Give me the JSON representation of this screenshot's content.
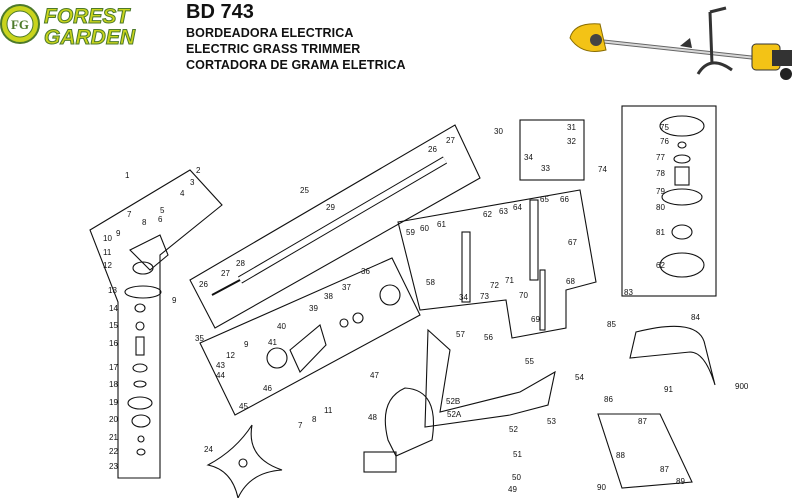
{
  "header": {
    "logo_text_top": "FOREST",
    "logo_text_bottom": "GARDEN",
    "logo_badge": "FG",
    "model": "BD 743",
    "names": [
      "BORDEADORA ELECTRICA",
      "ELECTRIC GRASS TRIMMER",
      "CORTADORA DE GRAMA ELETRICA"
    ]
  },
  "colors": {
    "logo_fill": "#c9d41c",
    "logo_outline": "#4d7a2a",
    "trimmer_head": "#f3c316",
    "line": "#111111"
  },
  "diagram": {
    "parts": [
      {
        "id": "p1",
        "label": "1"
      },
      {
        "id": "p2",
        "label": "2"
      },
      {
        "id": "p3",
        "label": "3"
      },
      {
        "id": "p4",
        "label": "4"
      },
      {
        "id": "p5",
        "label": "5"
      },
      {
        "id": "p6",
        "label": "6"
      },
      {
        "id": "p7a",
        "label": "7"
      },
      {
        "id": "p8a",
        "label": "8"
      },
      {
        "id": "p9a",
        "label": "9"
      },
      {
        "id": "p10",
        "label": "10"
      },
      {
        "id": "p11a",
        "label": "11"
      },
      {
        "id": "p12a",
        "label": "12"
      },
      {
        "id": "p13",
        "label": "13"
      },
      {
        "id": "p9b",
        "label": "9"
      },
      {
        "id": "p14",
        "label": "14"
      },
      {
        "id": "p15",
        "label": "15"
      },
      {
        "id": "p16",
        "label": "16"
      },
      {
        "id": "p17",
        "label": "17"
      },
      {
        "id": "p18",
        "label": "18"
      },
      {
        "id": "p19",
        "label": "19"
      },
      {
        "id": "p20",
        "label": "20"
      },
      {
        "id": "p21",
        "label": "21"
      },
      {
        "id": "p22",
        "label": "22"
      },
      {
        "id": "p23",
        "label": "23"
      },
      {
        "id": "p24",
        "label": "24"
      },
      {
        "id": "p25",
        "label": "25"
      },
      {
        "id": "p26a",
        "label": "26"
      },
      {
        "id": "p27a",
        "label": "27"
      },
      {
        "id": "p26b",
        "label": "26"
      },
      {
        "id": "p27b",
        "label": "27"
      },
      {
        "id": "p28",
        "label": "28"
      },
      {
        "id": "p29",
        "label": "29"
      },
      {
        "id": "p30",
        "label": "30"
      },
      {
        "id": "p31",
        "label": "31"
      },
      {
        "id": "p32",
        "label": "32"
      },
      {
        "id": "p33",
        "label": "33"
      },
      {
        "id": "p34a",
        "label": "34"
      },
      {
        "id": "p35",
        "label": "35"
      },
      {
        "id": "p36",
        "label": "36"
      },
      {
        "id": "p37",
        "label": "37"
      },
      {
        "id": "p38",
        "label": "38"
      },
      {
        "id": "p39",
        "label": "39"
      },
      {
        "id": "p40",
        "label": "40"
      },
      {
        "id": "p41",
        "label": "41"
      },
      {
        "id": "p9c",
        "label": "9"
      },
      {
        "id": "p12b",
        "label": "12"
      },
      {
        "id": "p43",
        "label": "43"
      },
      {
        "id": "p44",
        "label": "44"
      },
      {
        "id": "p45",
        "label": "45"
      },
      {
        "id": "p46",
        "label": "46"
      },
      {
        "id": "p11b",
        "label": "11"
      },
      {
        "id": "p7b",
        "label": "7"
      },
      {
        "id": "p8b",
        "label": "8"
      },
      {
        "id": "p47",
        "label": "47"
      },
      {
        "id": "p48",
        "label": "48"
      },
      {
        "id": "p49",
        "label": "49"
      },
      {
        "id": "p50",
        "label": "50"
      },
      {
        "id": "p51",
        "label": "51"
      },
      {
        "id": "p52",
        "label": "52"
      },
      {
        "id": "p52A",
        "label": "52A"
      },
      {
        "id": "p52B",
        "label": "52B"
      },
      {
        "id": "p53",
        "label": "53"
      },
      {
        "id": "p54",
        "label": "54"
      },
      {
        "id": "p55",
        "label": "55"
      },
      {
        "id": "p56",
        "label": "56"
      },
      {
        "id": "p57",
        "label": "57"
      },
      {
        "id": "p58",
        "label": "58"
      },
      {
        "id": "p59",
        "label": "59"
      },
      {
        "id": "p60",
        "label": "60"
      },
      {
        "id": "p61",
        "label": "61"
      },
      {
        "id": "p62a",
        "label": "62"
      },
      {
        "id": "p63",
        "label": "63"
      },
      {
        "id": "p64",
        "label": "64"
      },
      {
        "id": "p65",
        "label": "65"
      },
      {
        "id": "p66",
        "label": "66"
      },
      {
        "id": "p67",
        "label": "67"
      },
      {
        "id": "p68",
        "label": "68"
      },
      {
        "id": "p69",
        "label": "69"
      },
      {
        "id": "p70",
        "label": "70"
      },
      {
        "id": "p71",
        "label": "71"
      },
      {
        "id": "p72",
        "label": "72"
      },
      {
        "id": "p73",
        "label": "73"
      },
      {
        "id": "p34b",
        "label": "34"
      },
      {
        "id": "p74",
        "label": "74"
      },
      {
        "id": "p75",
        "label": "75"
      },
      {
        "id": "p76",
        "label": "76"
      },
      {
        "id": "p77",
        "label": "77"
      },
      {
        "id": "p78",
        "label": "78"
      },
      {
        "id": "p79",
        "label": "79"
      },
      {
        "id": "p80",
        "label": "80"
      },
      {
        "id": "p81",
        "label": "81"
      },
      {
        "id": "p62b",
        "label": "62"
      },
      {
        "id": "p83",
        "label": "83"
      },
      {
        "id": "p84",
        "label": "84"
      },
      {
        "id": "p85",
        "label": "85"
      },
      {
        "id": "p86",
        "label": "86"
      },
      {
        "id": "p87a",
        "label": "87"
      },
      {
        "id": "p87b",
        "label": "87"
      },
      {
        "id": "p88",
        "label": "88"
      },
      {
        "id": "p89",
        "label": "89"
      },
      {
        "id": "p90",
        "label": "90"
      },
      {
        "id": "p91",
        "label": "91"
      },
      {
        "id": "p900",
        "label": "900"
      }
    ]
  }
}
